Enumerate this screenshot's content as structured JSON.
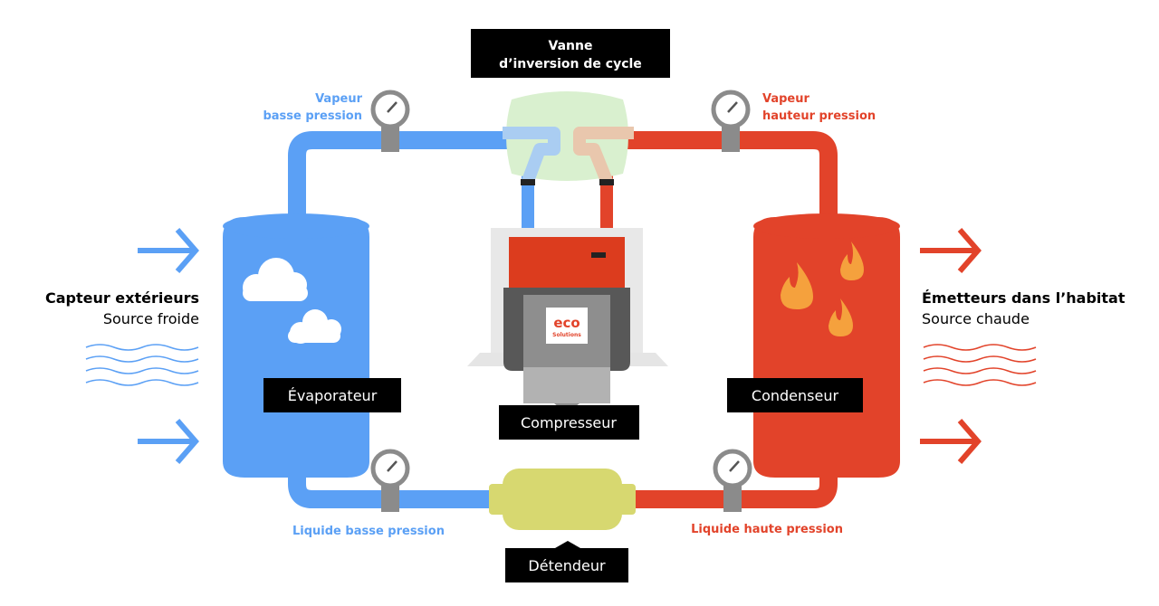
{
  "colors": {
    "cold": "#5ba0f5",
    "hot": "#e2432a",
    "valve": "#d9f0cf",
    "expander": "#d7d870",
    "compressor_top": "#dc3c1e",
    "compressor_body": "#585858",
    "label_box": "#000000"
  },
  "labels": {
    "valve_line1": "Vanne",
    "valve_line2": "d’inversion de cycle",
    "vapor_low_line1": "Vapeur",
    "vapor_low_line2": "basse pression",
    "vapor_high_line1": "Vapeur",
    "vapor_high_line2": "hauteur pression",
    "liquid_low": "Liquide basse pression",
    "liquid_high": "Liquide haute pression",
    "evaporator": "Évaporateur",
    "condenser": "Condenseur",
    "compressor": "Compresseur",
    "expander": "Détendeur"
  },
  "left_side": {
    "title": "Capteur extérieurs",
    "subtitle": "Source froide"
  },
  "right_side": {
    "title": "Émetteurs dans l’habitat",
    "subtitle": "Source chaude"
  },
  "logo": {
    "text": "eco",
    "subtext": "Solutions"
  },
  "icons": [
    "arrow-right-icon",
    "wave-icon",
    "cloud-icon",
    "flame-icon",
    "pressure-gauge-icon"
  ]
}
